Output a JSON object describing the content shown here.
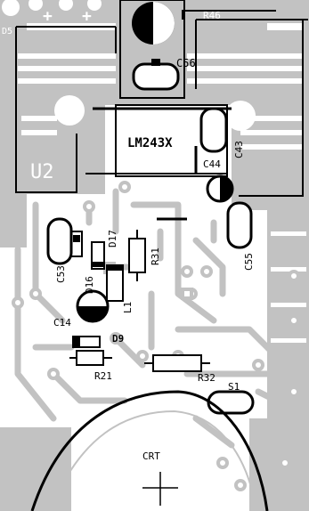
{
  "labels": {
    "r46": "R46",
    "c56": "C56",
    "d5": "D5",
    "lm243x": "LM243X",
    "u2": "U2",
    "c43": "C43",
    "c44": "C44",
    "c55": "C55",
    "d17": "D17",
    "r31": "R31",
    "c53": "C53",
    "d16": "D16",
    "l1": "L1",
    "c14": "C14",
    "d9": "D9",
    "r21": "R21",
    "r32": "R32",
    "s1": "S1",
    "crt": "CRT",
    "plus_a": "+",
    "plus_b": "+"
  },
  "colors": {
    "copper": "#c2c2c2",
    "ink": "#000000",
    "board": "#ffffff"
  }
}
